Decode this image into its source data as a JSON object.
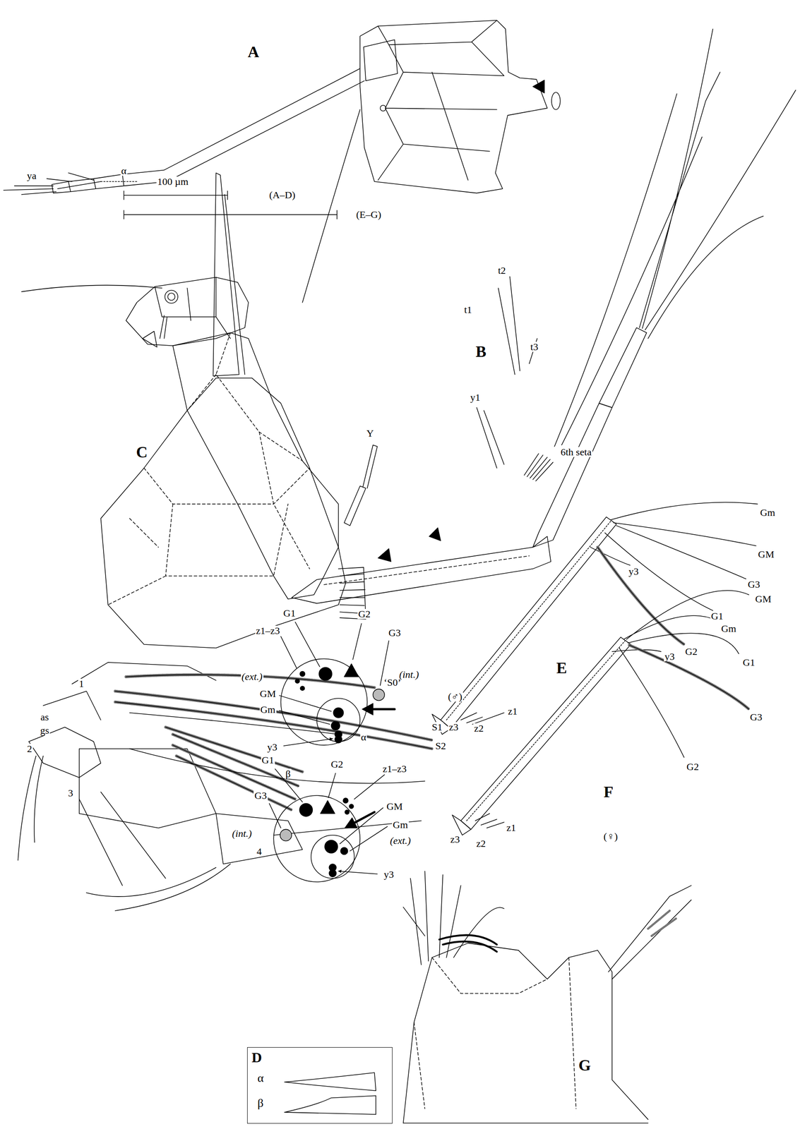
{
  "diagram": {
    "nodes": [
      {
        "text": [
          "D",
          "α",
          "β"
        ]
      }
    ],
    "labels": [
      "A",
      "ya",
      "α",
      "100 µm",
      "(A–D)",
      "(E–G)",
      "B",
      "t2",
      "t1",
      "t3",
      "y1",
      "Y",
      "6th seta",
      "Gm",
      "GM",
      "y3",
      "G3",
      "G1",
      "G2",
      "C",
      "1",
      "‘S0’",
      "as",
      "gs",
      "S1",
      "α",
      "S2",
      "2",
      "β",
      "3",
      "4",
      "E",
      "(♂)",
      "G1",
      "z1–z3",
      "G2",
      "G3",
      "(ext.)",
      "GM",
      "(int.)",
      "Gm",
      "y3",
      "z1",
      "z2",
      "z3",
      "Gm",
      "GM",
      "y3",
      "G1",
      "G3",
      "G2",
      "F",
      "(♀)",
      "G1",
      "G2",
      "z1–z3",
      "G3",
      "(int.)",
      "GM",
      "Gm",
      "(ext.)",
      "y3",
      "z1",
      "z2",
      "z3",
      "G"
    ]
  }
}
